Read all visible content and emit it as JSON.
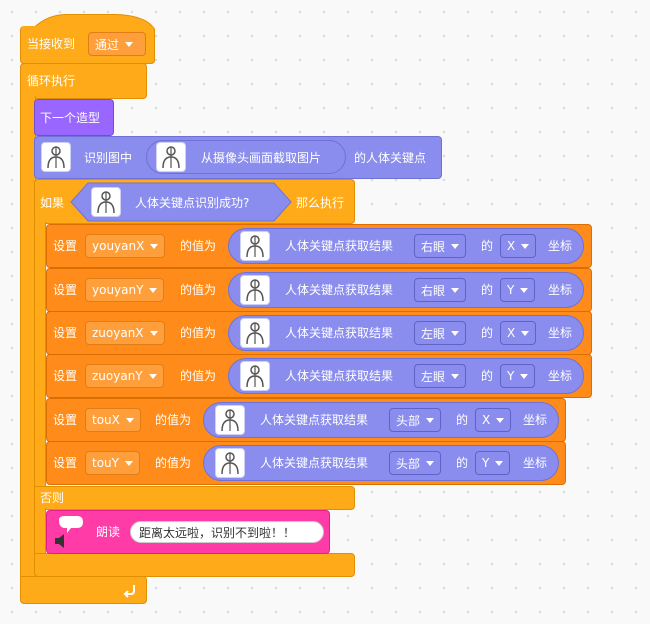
{
  "hat": {
    "label": "当接收到",
    "message": "通过"
  },
  "loop": {
    "label": "循环执行",
    "end_icon": "loop-arrow-icon"
  },
  "next_costume": {
    "label": "下一个造型"
  },
  "detect": {
    "label": "识别图中",
    "inner": "从摄像头画面截取图片",
    "suffix": "的人体关键点",
    "icon": "person-skeleton-icon"
  },
  "if_block": {
    "if_label": "如果",
    "condition": "人体关键点识别成功?",
    "then_label": "那么执行",
    "else_label": "否则"
  },
  "set_rows": [
    {
      "set": "设置",
      "var": "youyanX",
      "value_of": "的值为",
      "reporter": "人体关键点获取结果",
      "part": "右眼",
      "of": "的",
      "axis": "X",
      "coord": "坐标"
    },
    {
      "set": "设置",
      "var": "youyanY",
      "value_of": "的值为",
      "reporter": "人体关键点获取结果",
      "part": "右眼",
      "of": "的",
      "axis": "Y",
      "coord": "坐标"
    },
    {
      "set": "设置",
      "var": "zuoyanX",
      "value_of": "的值为",
      "reporter": "人体关键点获取结果",
      "part": "左眼",
      "of": "的",
      "axis": "X",
      "coord": "坐标"
    },
    {
      "set": "设置",
      "var": "zuoyanY",
      "value_of": "的值为",
      "reporter": "人体关键点获取结果",
      "part": "左眼",
      "of": "的",
      "axis": "Y",
      "coord": "坐标"
    },
    {
      "set": "设置",
      "var": "touX",
      "value_of": "的值为",
      "reporter": "人体关键点获取结果",
      "part": "头部",
      "of": "的",
      "axis": "X",
      "coord": "坐标"
    },
    {
      "set": "设置",
      "var": "touY",
      "value_of": "的值为",
      "reporter": "人体关键点获取结果",
      "part": "头部",
      "of": "的",
      "axis": "Y",
      "coord": "坐标"
    }
  ],
  "speak": {
    "label": "朗读",
    "text": "距离太远啦，识别不到啦！！",
    "icon": "speech-bubble-icon"
  },
  "colors": {
    "events": "#ffab19",
    "control": "#ffab19",
    "looks": "#9966ff",
    "variables": "#ff8c1a",
    "ai": "#8a8ded",
    "tts": "#ff3ba7"
  }
}
